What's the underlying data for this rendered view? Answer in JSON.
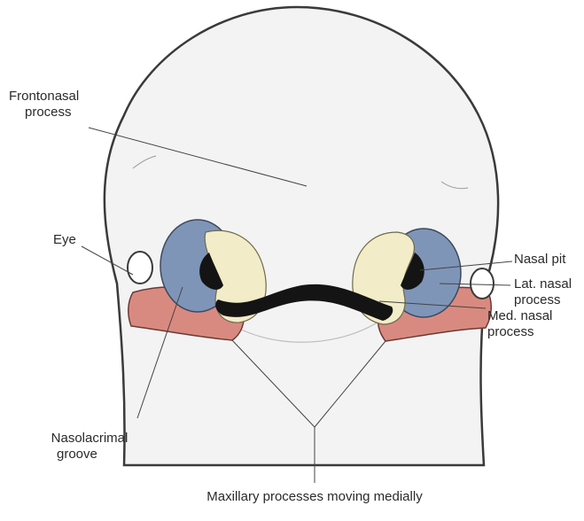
{
  "labels": {
    "frontonasal": [
      "Frontonasal",
      "process"
    ],
    "eye": "Eye",
    "nasal_pit": "Nasal pit",
    "lat_nasal": [
      "Lat. nasal",
      "process"
    ],
    "med_nasal": [
      "Med. nasal",
      "process"
    ],
    "nasolacrimal": [
      "Nasolacrimal",
      "groove"
    ],
    "maxillary": "Maxillary processes moving medially"
  },
  "colors": {
    "head_fill": "#f3f3f4",
    "outline": "#3a3a3a",
    "lateral_nasal": "#7f95b8",
    "medial_nasal": "#f2ecc8",
    "maxillary": "#d98a80",
    "pit": "#141414",
    "leader": "#444444"
  }
}
